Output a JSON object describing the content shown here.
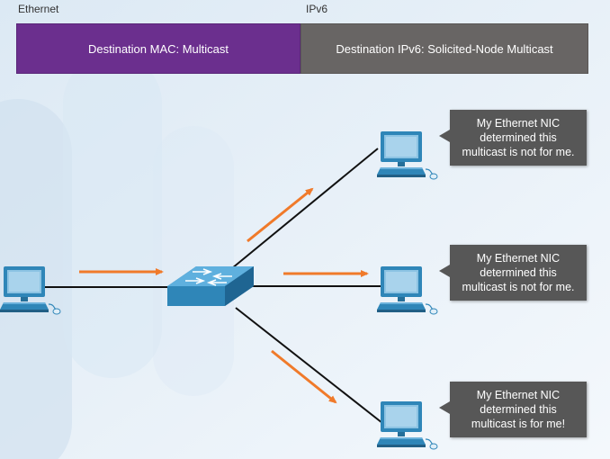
{
  "header": {
    "ethernet_label": "Ethernet",
    "ipv6_label": "IPv6"
  },
  "frame": {
    "destination_mac": "Destination MAC: Multicast",
    "destination_ipv6": "Destination IPv6: Solicited-Node Multicast",
    "colors": {
      "ethernet": "#6b2f8e",
      "ipv6": "#686564"
    }
  },
  "bubbles": [
    {
      "lines": [
        "My Ethernet NIC",
        "determined this",
        "multicast is not for me."
      ]
    },
    {
      "lines": [
        "My Ethernet NIC",
        "determined this",
        "multicast is not for me."
      ]
    },
    {
      "lines": [
        "My Ethernet NIC",
        "determined this",
        "multicast is for me!"
      ]
    }
  ],
  "colors": {
    "arrow": "#f07a2a",
    "link": "#111111",
    "device": "#2f86b8",
    "background": "#e9f2f9"
  },
  "icons": [
    "pc-icon",
    "switch-icon",
    "arrow-icon"
  ]
}
